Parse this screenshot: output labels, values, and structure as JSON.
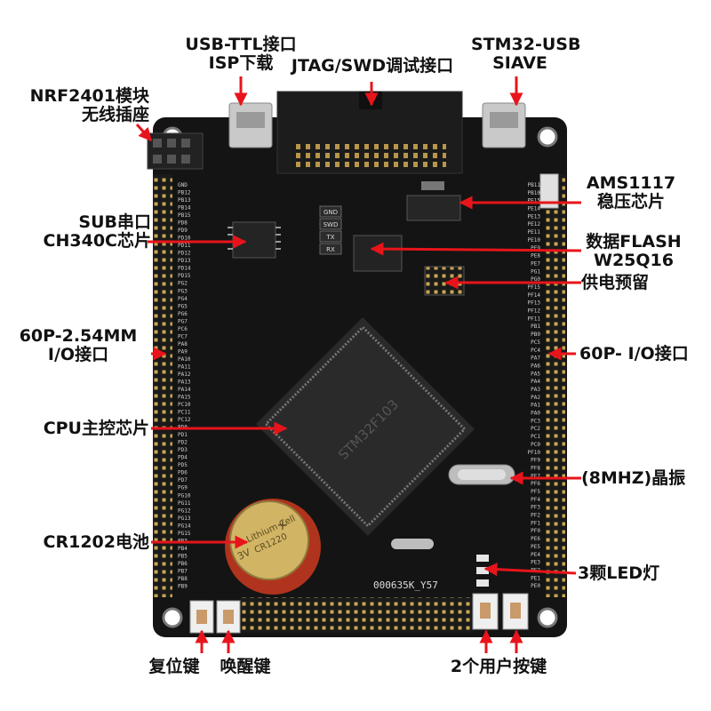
{
  "labels": {
    "usb_ttl": {
      "line1": "USB-TTL接口",
      "line2": "ISP下载"
    },
    "jtag": {
      "line1": "JTAG/SWD调试接口"
    },
    "stm32_usb": {
      "line1": "STM32-USB",
      "line2": "SIAVE"
    },
    "nrf": {
      "line1": "NRF2401模块",
      "line2": "无线插座"
    },
    "ams": {
      "line1": "AMS1117",
      "line2": "稳压芯片"
    },
    "sub": {
      "line1": "SUB串口",
      "line2": "CH340C芯片"
    },
    "flash": {
      "line1": "数据FLASH",
      "line2": "W25Q16"
    },
    "power": {
      "line1": "供电预留"
    },
    "io_left": {
      "line1": "60P-2.54MM",
      "line2": "I/O接口"
    },
    "io_right": {
      "line1": "60P- I/O接口"
    },
    "cpu": {
      "line1": "CPU主控芯片"
    },
    "crystal": {
      "line1": "(8MHZ)晶振"
    },
    "battery": {
      "line1": "CR1202电池"
    },
    "led": {
      "line1": "3颗LED灯"
    },
    "reset": {
      "line1": "复位键"
    },
    "wakeup": {
      "line1": "唤醒键"
    },
    "user_keys": {
      "line1": "2个用户按键"
    }
  },
  "board_text": {
    "battery_brand": "Lithium Cell",
    "battery_model": "CR1220",
    "battery_voltage": "3V",
    "board_id": "000635K_Y57",
    "swd_labels": [
      "GND",
      "SWD",
      "TX",
      "RX"
    ],
    "left_pins": [
      "GND",
      "PB12",
      "PB13",
      "PB14",
      "PB15",
      "PD8",
      "PD9",
      "PD10",
      "PD11",
      "PD12",
      "PD13",
      "PD14",
      "PD15",
      "PG2",
      "PG3",
      "PG4",
      "PG5",
      "PG6",
      "PG7",
      "PC6",
      "PC7",
      "PA8",
      "PA9",
      "PA10",
      "PA11",
      "PA12",
      "PA13",
      "PA14",
      "PA15",
      "PC10",
      "PC11",
      "PC12",
      "PD0",
      "PD1",
      "PD2",
      "PD3",
      "PD4",
      "PD5",
      "PD6",
      "PD7",
      "PG9",
      "PG10",
      "PG11",
      "PG12",
      "PG13",
      "PG14",
      "PG15",
      "PB3",
      "PB4",
      "PB5",
      "PB6",
      "PB7",
      "PB8",
      "PB9"
    ],
    "right_pins": [
      "PB11",
      "PB10",
      "PE15",
      "PE14",
      "PE13",
      "PE12",
      "PE11",
      "PE10",
      "PE9",
      "PE8",
      "PE7",
      "PG1",
      "PG0",
      "PF15",
      "PF14",
      "PF13",
      "PF12",
      "PF11",
      "PB1",
      "PB0",
      "PC5",
      "PC4",
      "PA7",
      "PA6",
      "PA5",
      "PA4",
      "PA3",
      "PA2",
      "PA1",
      "PA0",
      "PC3",
      "PC2",
      "PC1",
      "PC0",
      "PF10",
      "PF9",
      "PF8",
      "PF7",
      "PF6",
      "PF5",
      "PF4",
      "PF3",
      "PF2",
      "PF1",
      "PF0",
      "PE6",
      "PE5",
      "PE4",
      "PE3",
      "PE2",
      "PE1",
      "PE0"
    ]
  },
  "colors": {
    "board": "#141414",
    "header_gold": "#c8a550",
    "connector_black": "#1c1c1c",
    "usb_silver": "#c9c9c9",
    "callout_red": "#e8141b",
    "silkscreen": "#dcdcdc"
  }
}
